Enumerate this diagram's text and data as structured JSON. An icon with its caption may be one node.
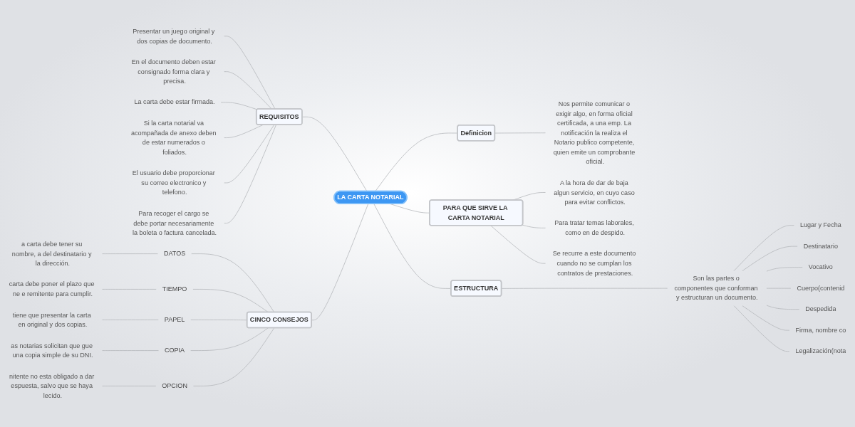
{
  "diagram": {
    "nodes": [
      {
        "text": [
          "LA CARTA NOTARIAL"
        ]
      },
      {
        "text": [
          "REQUISITOS"
        ]
      },
      {
        "text": [
          "Presentar un juego original y dos copias de documento."
        ]
      },
      {
        "text": [
          "En el documento deben estar consignado forma clara y precisa."
        ]
      },
      {
        "text": [
          "La carta debe estar firmada."
        ]
      },
      {
        "text": [
          "Si la carta notarial va acompañada de anexo deben de estar numerados o foliados."
        ]
      },
      {
        "text": [
          "El usuario debe proporcionar su correo electronico y telefono."
        ]
      },
      {
        "text": [
          "Para recoger el cargo se debe portar necesariamente la boleta o factura cancelada."
        ]
      },
      {
        "text": [
          "CINCO CONSEJOS"
        ]
      },
      {
        "text": [
          "DATOS"
        ]
      },
      {
        "text": [
          "a carta debe tener su nombre, a del destinatario y la dirección."
        ]
      },
      {
        "text": [
          "TIEMPO"
        ]
      },
      {
        "text": [
          "carta debe poner el plazo que ne e remitente para cumplir."
        ]
      },
      {
        "text": [
          "PAPEL"
        ]
      },
      {
        "text": [
          "tiene que presentar la carta en original y dos copias."
        ]
      },
      {
        "text": [
          "COPIA"
        ]
      },
      {
        "text": [
          "as notarias solicitan que gue una copia simple de su DNI."
        ]
      },
      {
        "text": [
          "OPCION"
        ]
      },
      {
        "text": [
          "nitente no esta obligado a dar espuesta, salvo que se haya lecido."
        ]
      },
      {
        "text": [
          "Definicion"
        ]
      },
      {
        "text": [
          "Nos permite comunicar o exigir algo, en forma oficial certificada, a una emp. La notificación la realiza el Notario publico competente, quien emite un comprobante oficial."
        ]
      },
      {
        "text": [
          "PARA QUE SIRVE LA CARTA NOTARIAL"
        ]
      },
      {
        "text": [
          "A la hora de dar de baja algun servicio, en cuyo caso para evitar conflictos."
        ]
      },
      {
        "text": [
          "Para tratar temas laborales, como en de despido."
        ]
      },
      {
        "text": [
          "Se recurre a este documento cuando no se cumplan los contratos de prestaciones."
        ]
      },
      {
        "text": [
          "ESTRUCTURA"
        ]
      },
      {
        "text": [
          "Son las partes o componentes que conforman y estructuran un documento."
        ]
      },
      {
        "text": [
          "Lugar y Fecha"
        ]
      },
      {
        "text": [
          "Destinatario"
        ]
      },
      {
        "text": [
          "Vocativo"
        ]
      },
      {
        "text": [
          "Cuerpo(contenid"
        ]
      },
      {
        "text": [
          "Despedida"
        ]
      },
      {
        "text": [
          "Firma, nombre co"
        ]
      },
      {
        "text": [
          "Legalización(nota"
        ]
      }
    ],
    "edges": [
      {
        "from": 1,
        "to": 0,
        "arrow": "none"
      },
      {
        "from": 2,
        "to": 1,
        "arrow": "none"
      },
      {
        "from": 3,
        "to": 1,
        "arrow": "none"
      },
      {
        "from": 4,
        "to": 1,
        "arrow": "none"
      },
      {
        "from": 5,
        "to": 1,
        "arrow": "none"
      },
      {
        "from": 6,
        "to": 1,
        "arrow": "none"
      },
      {
        "from": 7,
        "to": 1,
        "arrow": "none"
      },
      {
        "from": 8,
        "to": 0,
        "arrow": "none"
      },
      {
        "from": 9,
        "to": 8,
        "arrow": "none"
      },
      {
        "from": 10,
        "to": 9,
        "arrow": "none"
      },
      {
        "from": 11,
        "to": 8,
        "arrow": "none"
      },
      {
        "from": 12,
        "to": 11,
        "arrow": "none"
      },
      {
        "from": 13,
        "to": 8,
        "arrow": "none"
      },
      {
        "from": 14,
        "to": 13,
        "arrow": "none"
      },
      {
        "from": 15,
        "to": 8,
        "arrow": "none"
      },
      {
        "from": 16,
        "to": 15,
        "arrow": "none"
      },
      {
        "from": 17,
        "to": 8,
        "arrow": "none"
      },
      {
        "from": 18,
        "to": 17,
        "arrow": "none"
      },
      {
        "from": 0,
        "to": 19,
        "arrow": "none"
      },
      {
        "from": 19,
        "to": 20,
        "arrow": "none"
      },
      {
        "from": 0,
        "to": 21,
        "arrow": "none"
      },
      {
        "from": 21,
        "to": 22,
        "arrow": "none"
      },
      {
        "from": 21,
        "to": 23,
        "arrow": "none"
      },
      {
        "from": 21,
        "to": 24,
        "arrow": "none"
      },
      {
        "from": 0,
        "to": 25,
        "arrow": "none"
      },
      {
        "from": 25,
        "to": 26,
        "arrow": "none"
      },
      {
        "from": 26,
        "to": 27,
        "arrow": "none"
      },
      {
        "from": 26,
        "to": 28,
        "arrow": "none"
      },
      {
        "from": 26,
        "to": 29,
        "arrow": "none"
      },
      {
        "from": 26,
        "to": 30,
        "arrow": "none"
      },
      {
        "from": 26,
        "to": 31,
        "arrow": "none"
      },
      {
        "from": 26,
        "to": 32,
        "arrow": "none"
      },
      {
        "from": 26,
        "to": 33,
        "arrow": "none"
      }
    ]
  }
}
